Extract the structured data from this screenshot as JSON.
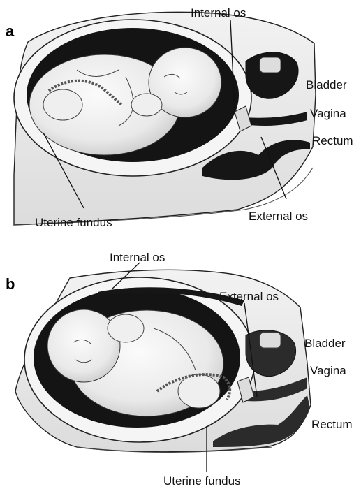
{
  "panels": [
    {
      "letter": "a",
      "labels": {
        "internal_os": "Internal os",
        "bladder": "Bladder",
        "vagina": "Vagina",
        "rectum": "Rectum",
        "uterine_fundus": "Uterine fundus",
        "external_os": "External os"
      }
    },
    {
      "letter": "b",
      "labels": {
        "internal_os": "Internal os",
        "external_os": "External os",
        "bladder": "Bladder",
        "vagina": "Vagina",
        "rectum": "Rectum",
        "uterine_fundus": "Uterine fundus"
      }
    }
  ]
}
